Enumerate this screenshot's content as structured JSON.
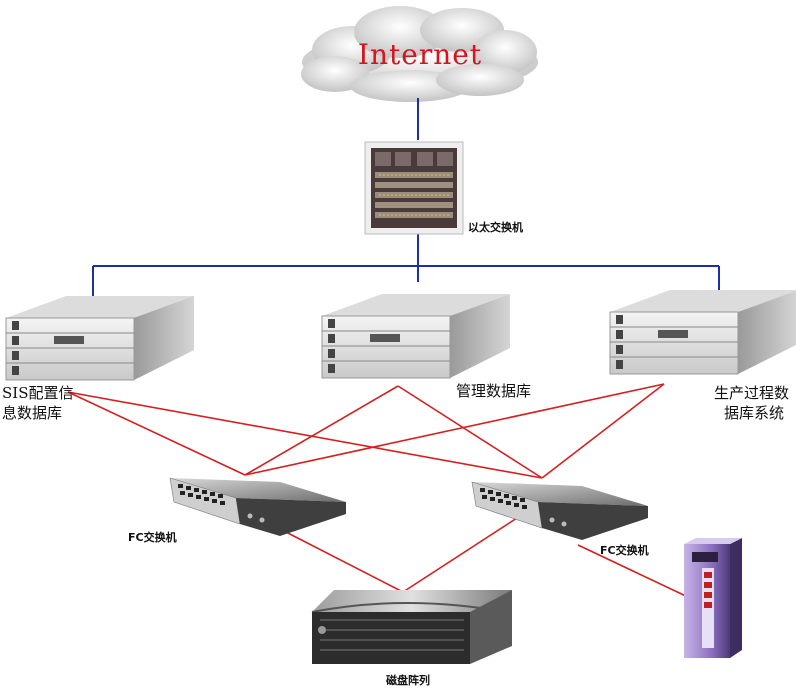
{
  "cloud": {
    "label": "Internet"
  },
  "core_switch": {
    "label": "以太交换机"
  },
  "servers": [
    {
      "id": "sis",
      "label_line1": "SIS配置信",
      "label_line2": "息数据库"
    },
    {
      "id": "mgmt",
      "label_line1": "管理数据库",
      "label_line2": ""
    },
    {
      "id": "prod",
      "label_line1": "生产过程数",
      "label_line2": "据库系统"
    }
  ],
  "fc_switches": [
    {
      "id": "fc1",
      "label": "FC交换机"
    },
    {
      "id": "fc2",
      "label": "FC交换机"
    }
  ],
  "storage": {
    "label": "磁盘阵列"
  },
  "tape_library": {
    "label": ""
  },
  "colors": {
    "ethernet_link": "#1a2fa8",
    "fc_link": "#d42020",
    "internet_text": "#d3161c",
    "tape_body": "#7a5fb0"
  }
}
